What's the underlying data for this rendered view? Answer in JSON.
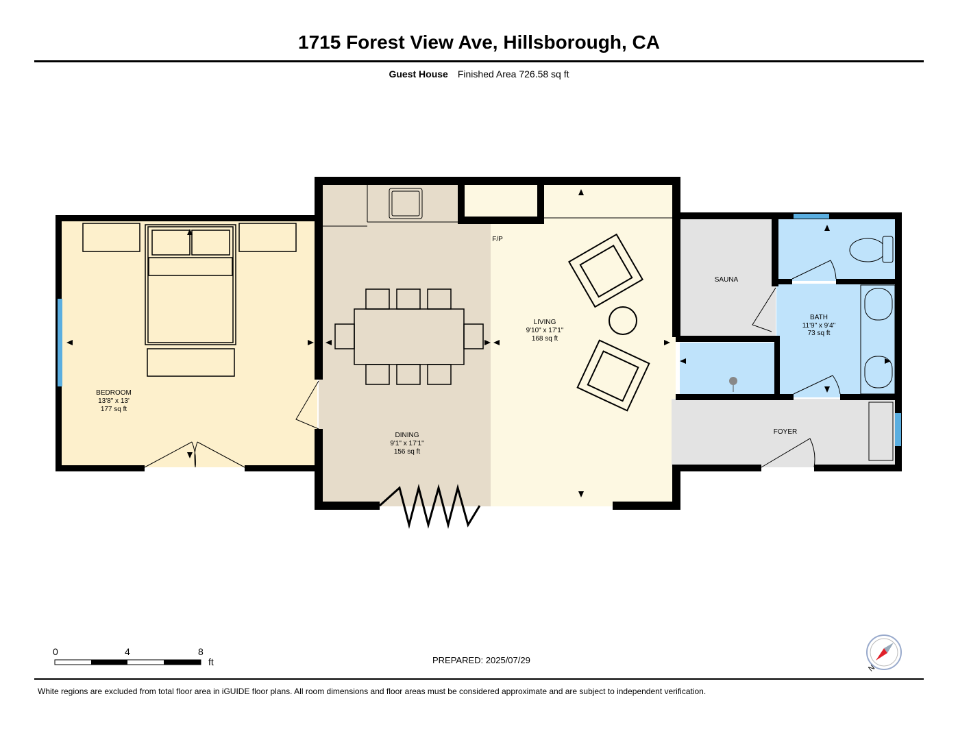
{
  "header": {
    "title": "1715 Forest View Ave, Hillsborough, CA",
    "building": "Guest House",
    "finished_area": "Finished Area 726.58 sq ft"
  },
  "rooms": {
    "bedroom": {
      "name": "BEDROOM",
      "dims": "13'8\" x 13'",
      "area": "177 sq ft"
    },
    "dining": {
      "name": "DINING",
      "dims": "9'1\" x 17'1\"",
      "area": "156 sq ft"
    },
    "living": {
      "name": "LIVING",
      "dims": "9'10\" x 17'1\"",
      "area": "168 sq ft"
    },
    "sauna": {
      "name": "SAUNA"
    },
    "bath": {
      "name": "BATH",
      "dims": "11'9\" x 9'4\"",
      "area": "73 sq ft"
    },
    "foyer": {
      "name": "FOYER"
    },
    "fireplace": "F/P"
  },
  "scale": {
    "labels": [
      "0",
      "4",
      "8"
    ],
    "unit": "ft"
  },
  "compass": {
    "label": "N"
  },
  "prepared": "PREPARED: 2025/07/29",
  "disclaimer": "White regions are excluded from total floor area in iGUIDE floor plans. All room dimensions and floor areas must be considered approximate and are subject to independent verification.",
  "colors": {
    "bedroom": "#fdf0cc",
    "dining": "#e6dcca",
    "living": "#fdf8e2",
    "gray": "#e3e3e3",
    "bath": "#bfe3fb",
    "window": "#5aaee0",
    "wall": "#000000",
    "compass_needle": "#e0202a"
  }
}
